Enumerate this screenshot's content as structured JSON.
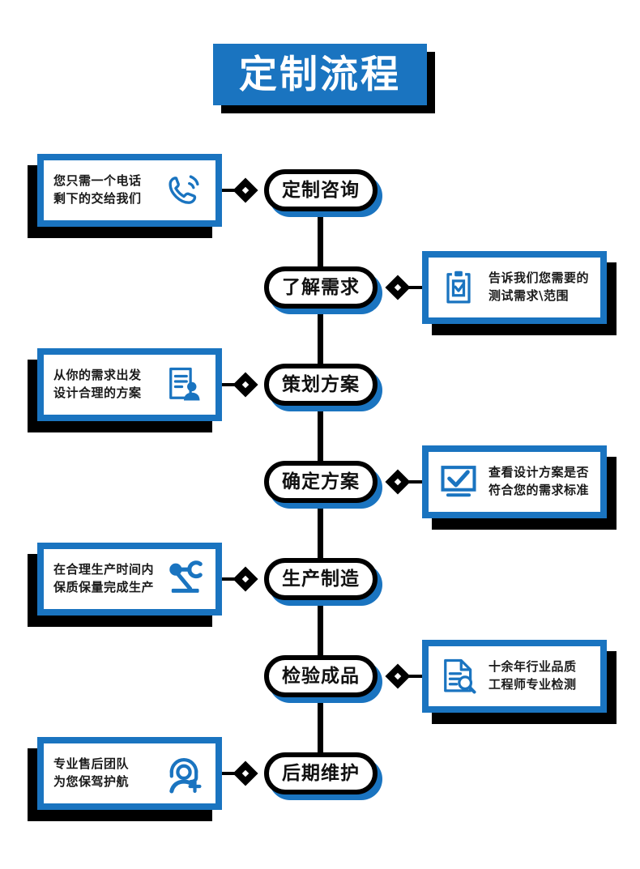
{
  "page": {
    "title": "定制流程",
    "accent_color": "#1a74c0",
    "shadow_color": "#000000",
    "node_border_color": "#000000",
    "background": "#ffffff"
  },
  "steps": [
    {
      "label": "定制咨询",
      "side": "left"
    },
    {
      "label": "了解需求",
      "side": "right"
    },
    {
      "label": "策划方案",
      "side": "left"
    },
    {
      "label": "确定方案",
      "side": "right"
    },
    {
      "label": "生产制造",
      "side": "left"
    },
    {
      "label": "检验成品",
      "side": "right"
    },
    {
      "label": "后期维护",
      "side": "left"
    }
  ],
  "cards": [
    {
      "side": "left",
      "icon": "phone-call-icon",
      "line1": "您只需一个电话",
      "line2": "剩下的交给我们"
    },
    {
      "side": "right",
      "icon": "clipboard-check-icon",
      "line1": "告诉我们您需要的",
      "line2": "测试需求\\范围"
    },
    {
      "side": "left",
      "icon": "document-person-icon",
      "line1": "从你的需求出发",
      "line2": "设计合理的方案"
    },
    {
      "side": "right",
      "icon": "monitor-check-icon",
      "line1": "查看设计方案是否",
      "line2": "符合您的需求标准"
    },
    {
      "side": "left",
      "icon": "robot-arm-icon",
      "line1": "在合理生产时间内",
      "line2": "保质保量完成生产"
    },
    {
      "side": "right",
      "icon": "document-search-icon",
      "line1": "十余年行业品质",
      "line2": "工程师专业检测"
    },
    {
      "side": "left",
      "icon": "headset-support-icon",
      "line1": "专业售后团队",
      "line2": "为您保驾护航"
    }
  ]
}
